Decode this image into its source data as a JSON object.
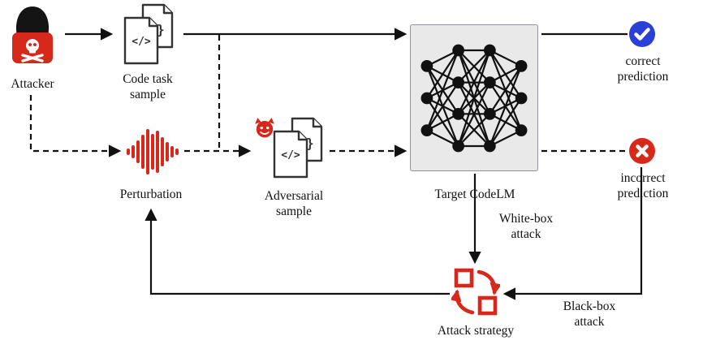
{
  "colors": {
    "accent_red": "#d7281c",
    "accent_blue": "#2b3fd6",
    "line_black": "#111111",
    "codelm_box_fill": "#e9e9ea",
    "codelm_box_border": "#8c939b"
  },
  "nodes": {
    "attacker": {
      "label": "Attacker",
      "icon": "hacker-laptop-skull-icon"
    },
    "code_task_sample": {
      "label": "Code task\nsample",
      "icon": "code-documents-icon"
    },
    "perturbation": {
      "label": "Perturbation",
      "icon": "waveform-icon"
    },
    "adversarial_sample": {
      "label": "Adversarial\nsample",
      "icon": "devil-code-documents-icon"
    },
    "target_codelm": {
      "label": "Target CodeLM",
      "icon": "neural-network-icon"
    },
    "correct_prediction": {
      "label": "correct\nprediction",
      "icon": "check-circle-icon"
    },
    "incorrect_prediction": {
      "label": "incorrect\nprediction",
      "icon": "cross-circle-icon"
    },
    "attack_strategy": {
      "label": "Attack strategy",
      "icon": "cycle-squares-icon"
    }
  },
  "edge_labels": {
    "white_box": "White-box\nattack",
    "black_box": "Black-box\nattack"
  },
  "doc_glyphs": {
    "front": "</>",
    "back": "}"
  }
}
